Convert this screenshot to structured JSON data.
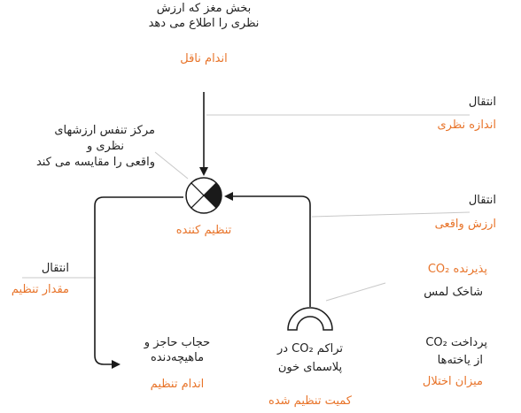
{
  "colors": {
    "accent": "#e8742a",
    "text": "#222222",
    "line": "#1a1a1a",
    "leader": "#c8c8c8"
  },
  "top": {
    "line1": "بخش مغز که ارزش",
    "line2": "نظری را اطلاع می دهد",
    "role": "اندام ناقل"
  },
  "center": {
    "line1": "مرکز تنفس ارزشهای",
    "line2": "نظری و",
    "line3": "واقعی را مقایسه می کند"
  },
  "regulator": {
    "label": "تنظیم کننده"
  },
  "transfer_setpoint": {
    "title": "انتقال",
    "sub": "اندازه نظری"
  },
  "transfer_actual": {
    "title": "انتقال",
    "sub": "ارزش واقعی"
  },
  "receptor": {
    "sub": "پذیرنده CO₂",
    "title": "شاخک لمس"
  },
  "transfer_adjust": {
    "title": "انتقال",
    "sub": "مقدار تنظیم"
  },
  "effector": {
    "line1": "حجاب حاجز و",
    "line2": "ماهیچه‌دنده",
    "role": "اندام تنظیم"
  },
  "controlled": {
    "line1": "تراکم CO₂ در",
    "line2": "پلاسمای خون",
    "role": "کمیت تنظیم شده"
  },
  "disturbance": {
    "line1": "پرداخت CO₂",
    "line2": "از یاخته‌ها",
    "role": "میزان اختلال"
  }
}
